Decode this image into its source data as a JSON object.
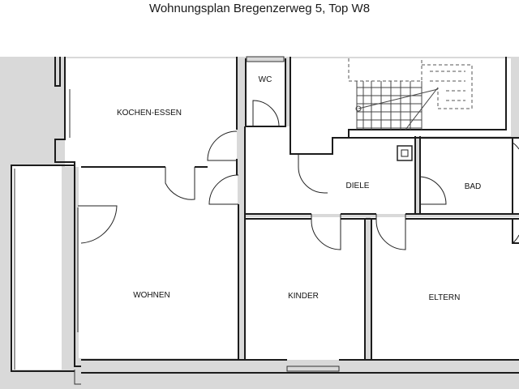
{
  "title": "Wohnungsplan Bregenzerweg 5, Top W8",
  "rooms": {
    "kochen_essen": "KOCHEN-ESSEN",
    "wc": "WC",
    "diele": "DIELE",
    "bad": "BAD",
    "wohnen": "WOHNEN",
    "kinder": "KINDER",
    "eltern": "ELTERN"
  },
  "colors": {
    "background": "#d9d9d9",
    "rooms": "#ffffff",
    "walls": "#1c1c1c"
  }
}
